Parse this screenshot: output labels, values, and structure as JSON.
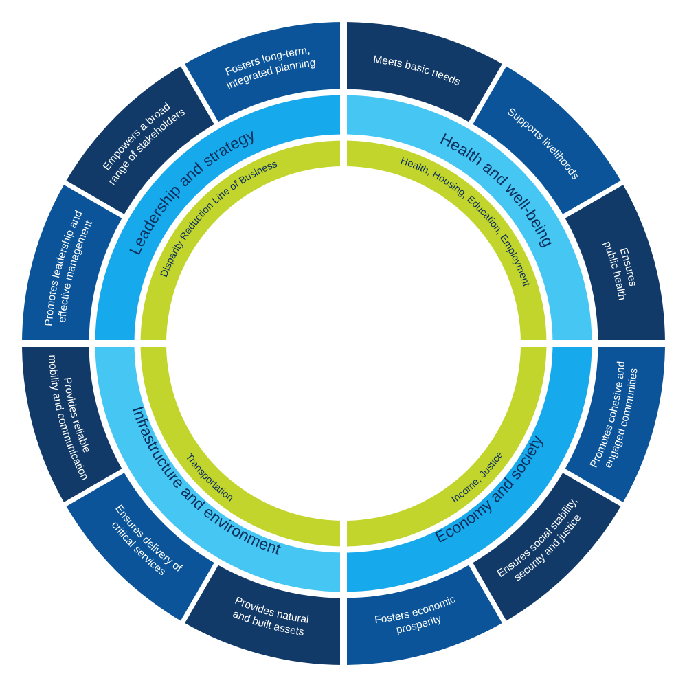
{
  "colors": {
    "outer_dark": "#123a68",
    "outer_mid": "#0b5499",
    "quadrant_light": "#45c6f3",
    "quadrant_mid": "#16a9ec",
    "inner_ring": "#c2d52c",
    "text_dark": "#0b2f5c",
    "text_light": "#ffffff"
  },
  "quadrants": [
    {
      "name": "Health and well-being",
      "inner_label": "Health, Housing, Education, Employment",
      "outer": [
        "Meets basic needs",
        "Supports livelihoods",
        "Ensures public health"
      ]
    },
    {
      "name": "Economy and society",
      "inner_label": "Income, Justice",
      "outer": [
        "Promotes cohesive and engaged communities",
        "Ensures social stability, security and justice",
        "Fosters economic prosperity"
      ]
    },
    {
      "name": "Infrastructure and environment",
      "inner_label": "Transportation",
      "outer": [
        "Provides natural and built assets",
        "Ensures delivery of critical services",
        "Provides reliable mobility and communication"
      ]
    },
    {
      "name": "Leadership and strategy",
      "inner_label": "Disparity Reduction Line of Business",
      "outer": [
        "Promotes leadership and effective management",
        "Empowers a broad range of stakeholders",
        "Fosters long-term, integrated planning"
      ]
    }
  ]
}
